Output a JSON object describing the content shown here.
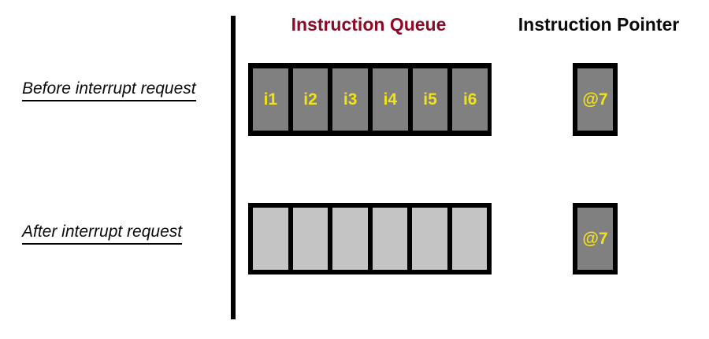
{
  "diagram": {
    "title_queue": "Instruction Queue",
    "title_pointer": "Instruction Pointer",
    "colors": {
      "queue_title": "#8c0b26",
      "pointer_title": "#0b0b0b",
      "cell_text": "#f2e318",
      "filled_cell": "#808080",
      "empty_cell": "#c4c4c4",
      "frame": "#000000",
      "background": "#ffffff"
    },
    "rows": [
      {
        "label": "Before interrupt request",
        "queue_cells": [
          {
            "text": "i1"
          },
          {
            "text": "i2"
          },
          {
            "text": "i3"
          },
          {
            "text": "i4"
          },
          {
            "text": "i5"
          },
          {
            "text": "i6"
          }
        ],
        "pointer": "@7"
      },
      {
        "label": "After interrupt request",
        "queue_cells": [
          {
            "text": ""
          },
          {
            "text": ""
          },
          {
            "text": ""
          },
          {
            "text": ""
          },
          {
            "text": ""
          },
          {
            "text": ""
          }
        ],
        "pointer": "@7"
      }
    ]
  }
}
